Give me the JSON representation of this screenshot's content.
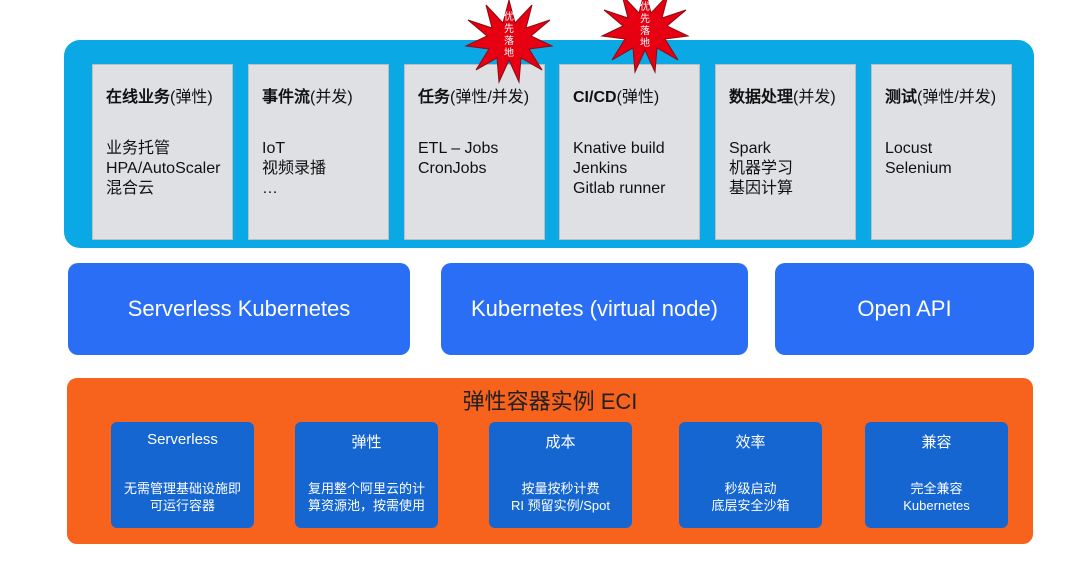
{
  "corner_text": "…",
  "cards": [
    {
      "title_bold": "在线业务",
      "title_rest": "(弹性)",
      "items": [
        "业务托管",
        "HPA/AutoScaler",
        "混合云"
      ]
    },
    {
      "title_bold": "事件流",
      "title_rest": "(并发)",
      "items": [
        "IoT",
        "视频录播",
        "…"
      ]
    },
    {
      "title_bold": "任务",
      "title_rest": "(弹性/并发)",
      "items": [
        "ETL – Jobs",
        "CronJobs"
      ]
    },
    {
      "title_bold": "CI/CD",
      "title_rest": "(弹性)",
      "items": [
        "Knative build",
        "Jenkins",
        "Gitlab runner"
      ]
    },
    {
      "title_bold": "数据处理",
      "title_rest": "(并发)",
      "items": [
        "Spark",
        "机器学习",
        "基因计算"
      ]
    },
    {
      "title_bold": "测试",
      "title_rest": "(弹性/并发)",
      "items": [
        "Locust",
        "Selenium"
      ]
    }
  ],
  "badges": [
    {
      "chars": [
        "优",
        "先",
        "落",
        "地"
      ],
      "color": "#e60012"
    },
    {
      "chars": [
        "优",
        "先",
        "落",
        "地"
      ],
      "color": "#e60012"
    }
  ],
  "middle": [
    "Serverless Kubernetes",
    "Kubernetes (virtual node)",
    "Open API"
  ],
  "eci": {
    "title": "弹性容器实例 ECI",
    "features": [
      {
        "title": "Serverless",
        "desc": [
          "无需管理基础设施即",
          "可运行容器"
        ]
      },
      {
        "title": "弹性",
        "desc": [
          "复用整个阿里云的计",
          "算资源池，按需使用"
        ]
      },
      {
        "title": "成本",
        "desc": [
          "按量按秒计费",
          "RI 预留实例/Spot"
        ]
      },
      {
        "title": "效率",
        "desc": [
          "秒级启动",
          "底层安全沙箱"
        ]
      },
      {
        "title": "兼容",
        "desc": [
          "完全兼容",
          "Kubernetes"
        ]
      }
    ]
  },
  "colors": {
    "top_band": "#0aa9e6",
    "card": "#dfe0e4",
    "middle_block": "#2b6ef6",
    "eci_band": "#f7621d",
    "feature_box": "#1566d1"
  }
}
